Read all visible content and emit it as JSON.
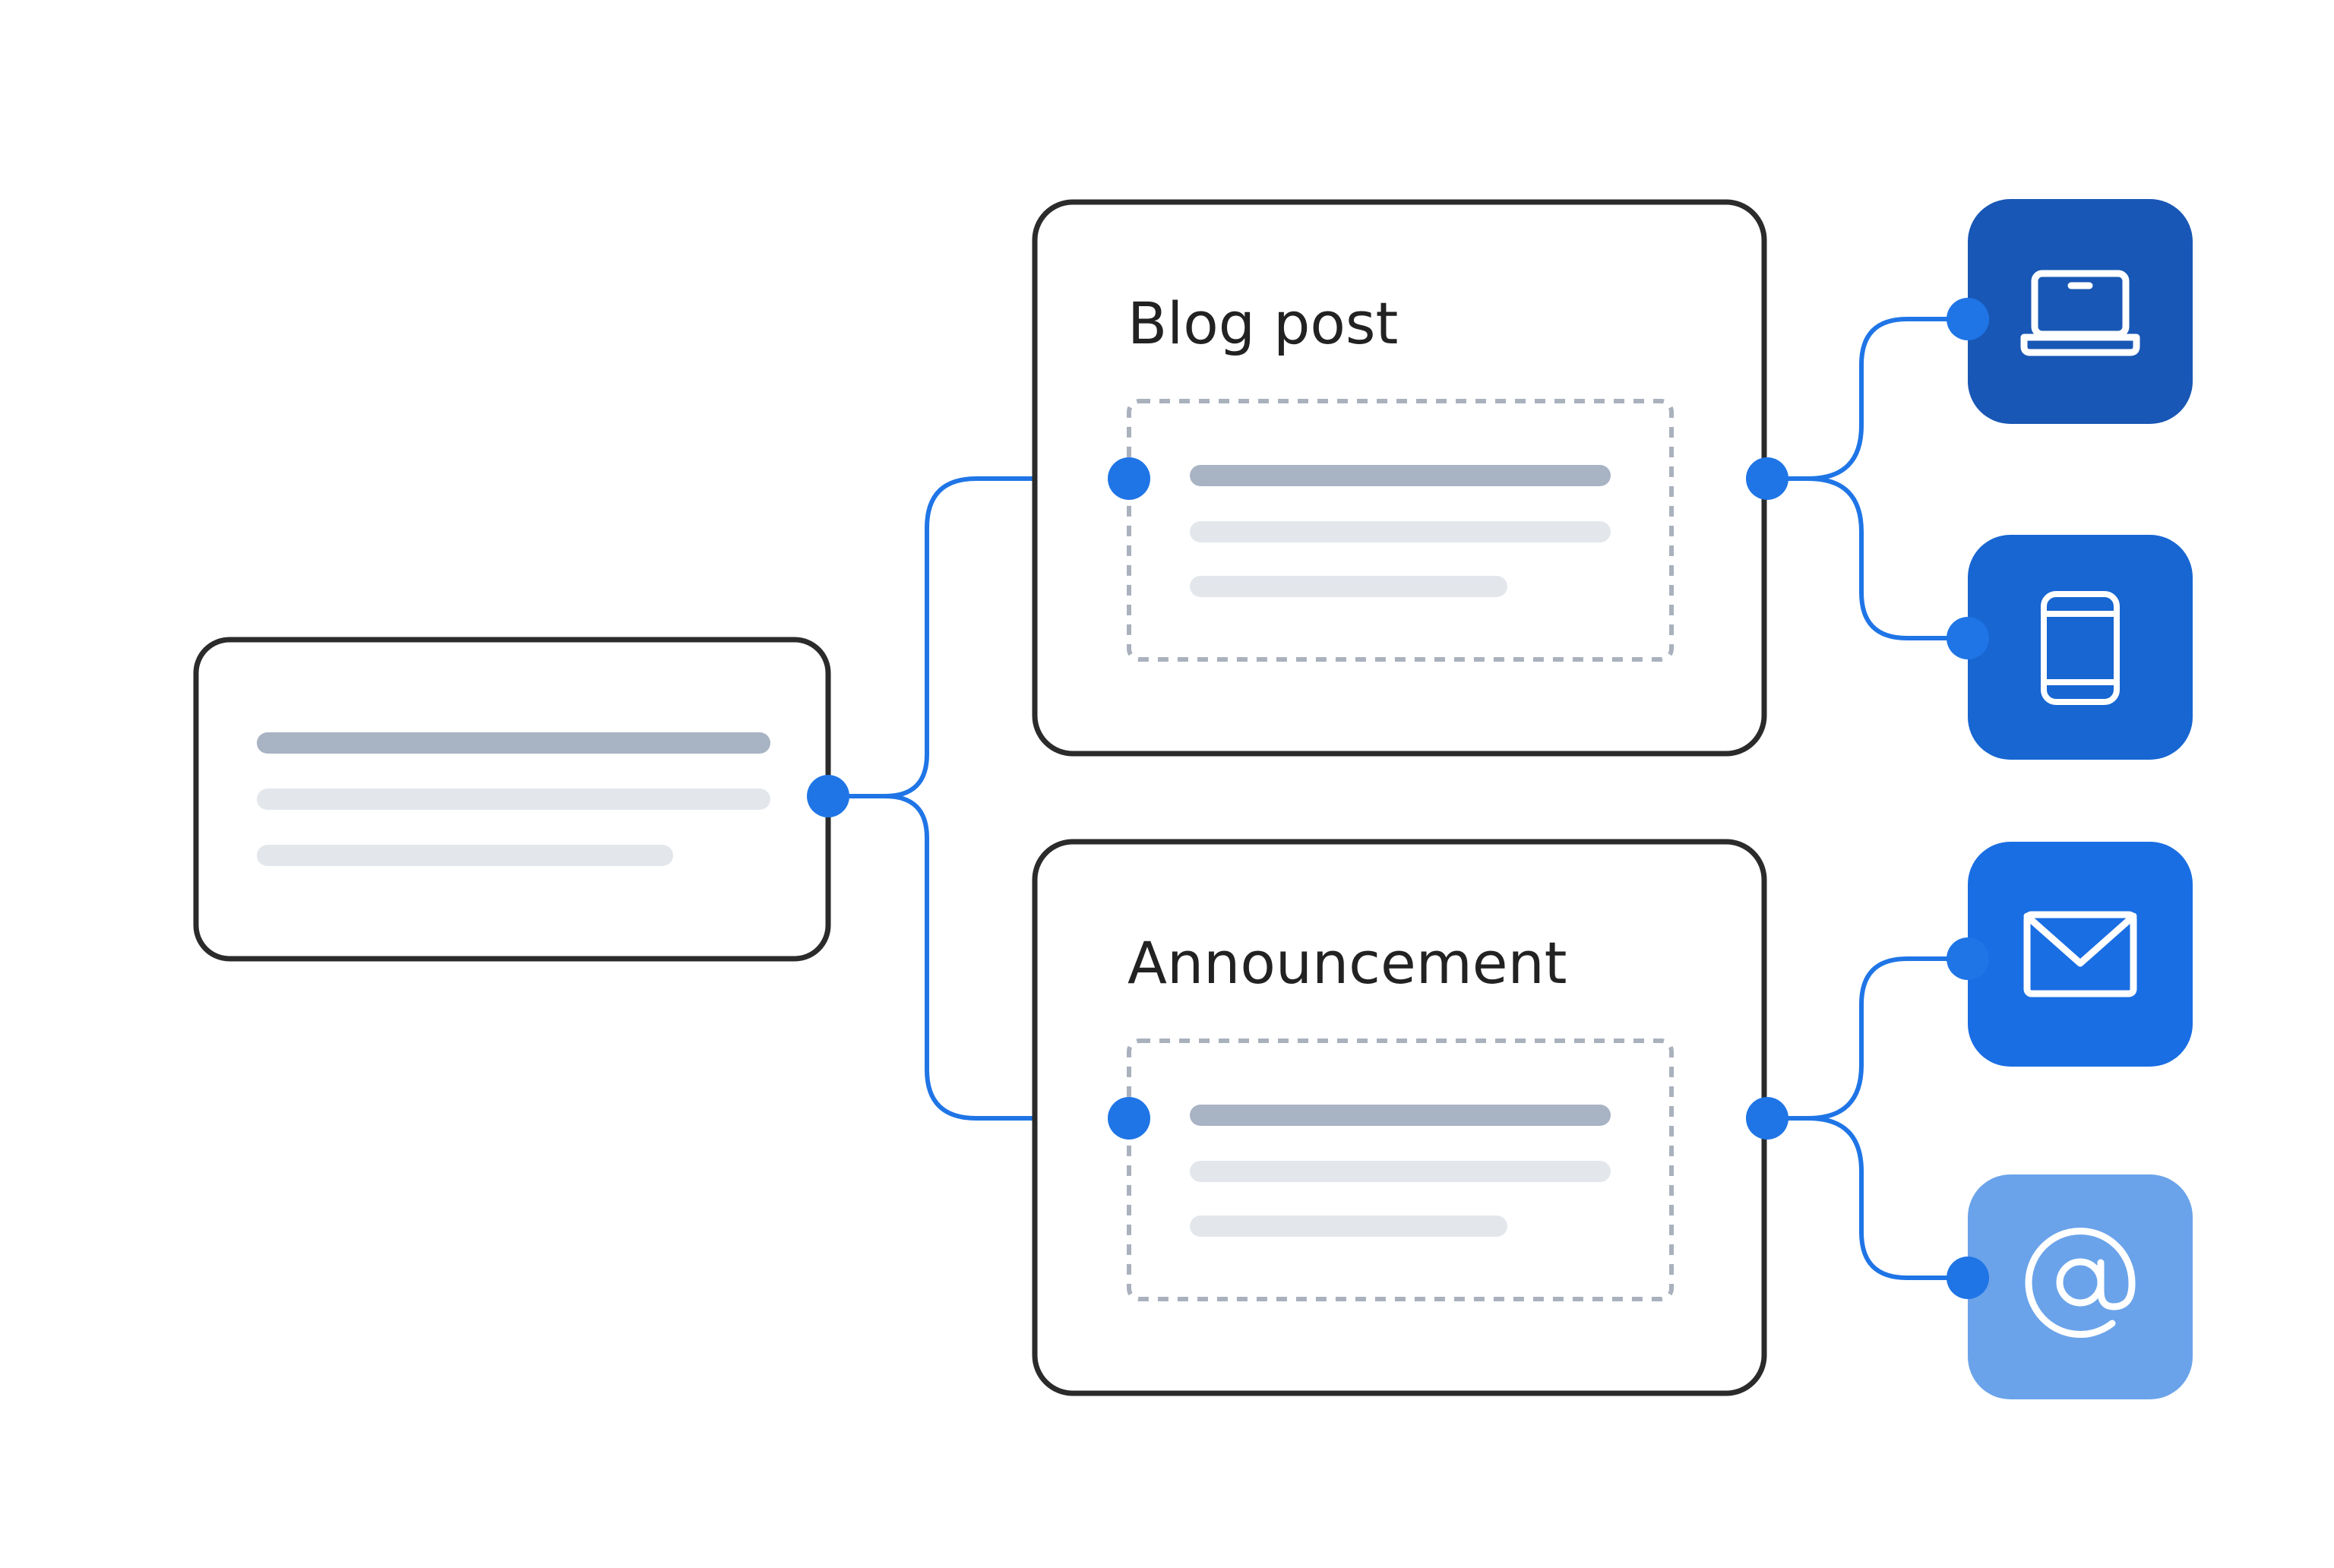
{
  "cards": [
    {
      "id": "source"
    },
    {
      "id": "blog",
      "title": "Blog post"
    },
    {
      "id": "announcement",
      "title": "Announcement"
    }
  ],
  "channels": [
    {
      "icon": "laptop-icon"
    },
    {
      "icon": "phone-icon"
    },
    {
      "icon": "mail-icon"
    },
    {
      "icon": "at-sign-icon"
    }
  ],
  "colors": {
    "outline": "#2b2b2b",
    "connector": "#1f75e6",
    "bar_dark": "#a8b3c4",
    "bar_light": "#e3e7ec",
    "dashed": "#a9b1bd",
    "title_text": "#222222",
    "channel_laptop": "#1857b5",
    "channel_phone": "#1766d2",
    "channel_mail": "#1a6ee3",
    "channel_at": "#6aa3ea"
  }
}
